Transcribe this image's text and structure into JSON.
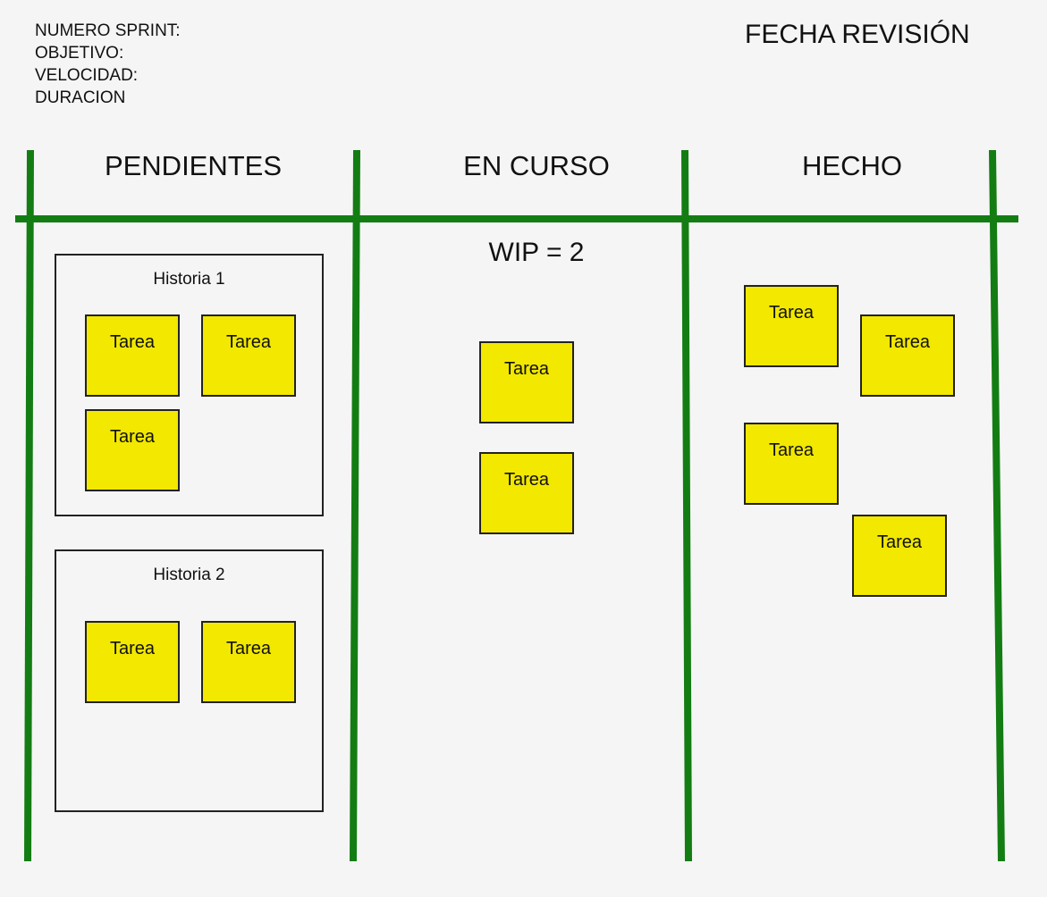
{
  "header": {
    "fields": [
      "NUMERO SPRINT:",
      "OBJETIVO:",
      "VELOCIDAD:",
      "DURACION"
    ],
    "review_date_label": "FECHA REVISIÓN"
  },
  "columns": [
    {
      "title": "PENDIENTES"
    },
    {
      "title": "EN CURSO",
      "wip": "WIP = 2"
    },
    {
      "title": "HECHO"
    }
  ],
  "stories": [
    {
      "title": "Historia 1",
      "tasks": [
        "Tarea",
        "Tarea",
        "Tarea"
      ]
    },
    {
      "title": "Historia 2",
      "tasks": [
        "Tarea",
        "Tarea"
      ]
    }
  ],
  "in_progress_tasks": [
    "Tarea",
    "Tarea"
  ],
  "done_tasks": [
    "Tarea",
    "Tarea",
    "Tarea",
    "Tarea"
  ],
  "colors": {
    "lines": "#137d13",
    "sticky_note": "#f2e800",
    "background": "#f5f5f5"
  }
}
